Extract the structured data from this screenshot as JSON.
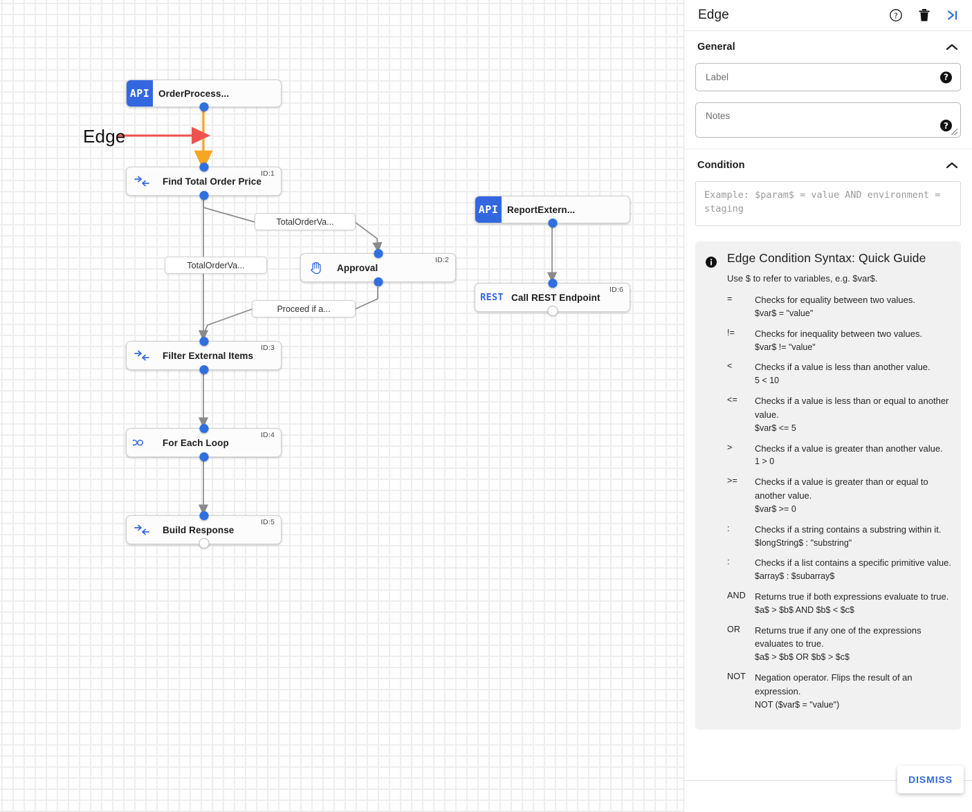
{
  "canvas": {
    "annotation": {
      "label": "Edge",
      "arrow_color": "#ef5350",
      "highlight_color": "#f5a623"
    },
    "nodes": [
      {
        "id": "n0",
        "badge": "API",
        "title": "OrderProcess...",
        "id_tag": "",
        "icon": "api-badge"
      },
      {
        "id": "n1",
        "badge": "",
        "title": "Find Total Order Price",
        "id_tag": "ID:1",
        "icon": "transform-icon"
      },
      {
        "id": "n2",
        "badge": "",
        "title": "Approval",
        "id_tag": "ID:2",
        "icon": "hand-icon"
      },
      {
        "id": "n3",
        "badge": "",
        "title": "Filter External Items",
        "id_tag": "ID:3",
        "icon": "transform-icon"
      },
      {
        "id": "n4",
        "badge": "",
        "title": "For Each Loop",
        "id_tag": "ID:4",
        "icon": "loop-icon"
      },
      {
        "id": "n5",
        "badge": "",
        "title": "Build Response",
        "id_tag": "ID:5",
        "icon": "transform-icon"
      },
      {
        "id": "n6",
        "badge": "API",
        "title": "ReportExtern...",
        "id_tag": "",
        "icon": "api-badge"
      },
      {
        "id": "n7",
        "badge": "REST",
        "title": "Call REST Endpoint",
        "id_tag": "ID:6",
        "icon": "rest-badge"
      }
    ],
    "edge_labels": [
      {
        "text": "TotalOrderVa..."
      },
      {
        "text": "TotalOrderVa..."
      },
      {
        "text": "Proceed if a..."
      }
    ]
  },
  "panel": {
    "header": {
      "title": "Edge",
      "icons": [
        {
          "name": "help-icon",
          "glyph": "?"
        },
        {
          "name": "delete-icon",
          "glyph": "trash"
        },
        {
          "name": "collapse-panel-icon",
          "glyph": ">|"
        }
      ]
    },
    "general": {
      "heading": "General",
      "label_field": {
        "placeholder": "Label"
      },
      "notes_field": {
        "placeholder": "Notes"
      }
    },
    "condition": {
      "heading": "Condition",
      "placeholder": "Example: $param$ = value AND environment = staging"
    },
    "guide": {
      "title": "Edge Condition Syntax: Quick Guide",
      "subtitle": "Use $ to refer to variables, e.g. $var$.",
      "rows": [
        {
          "op": "=",
          "desc": "Checks for equality between two values.",
          "example": "$var$ = \"value\""
        },
        {
          "op": "!=",
          "desc": "Checks for inequality between two values.",
          "example": "$var$ != \"value\""
        },
        {
          "op": "<",
          "desc": "Checks if a value is less than another value.",
          "example": "5 < 10"
        },
        {
          "op": "<=",
          "desc": "Checks if a value is less than or equal to another value.",
          "example": "$var$ <= 5"
        },
        {
          "op": ">",
          "desc": "Checks if a value is greater than another value.",
          "example": "1 > 0"
        },
        {
          "op": ">=",
          "desc": "Checks if a value is greater than or equal to another value.",
          "example": "$var$ >= 0"
        },
        {
          "op": ":",
          "desc": "Checks if a string contains a substring within it.",
          "example": "$longString$ : \"substring\""
        },
        {
          "op": ":",
          "desc": "Checks if a list contains a specific primitive value.",
          "example": "$array$ : $subarray$"
        },
        {
          "op": "AND",
          "desc": "Returns true if both expressions evaluate to true.",
          "example": "$a$ > $b$ AND $b$ < $c$"
        },
        {
          "op": "OR",
          "desc": "Returns true if any one of the expressions evaluates to true.",
          "example": "$a$ > $b$ OR $b$ > $c$"
        },
        {
          "op": "NOT",
          "desc": "Negation operator. Flips the result of an expression.",
          "example": "NOT ($var$ = \"value\")"
        }
      ]
    },
    "footer": {
      "dismiss_label": "DISMISS"
    }
  },
  "colors": {
    "accent": "#3367e0",
    "badge_blue": "#3367e0",
    "highlight_edge": "#f5a623",
    "annotation_red": "#ef5350",
    "edge_gray": "#808080"
  }
}
